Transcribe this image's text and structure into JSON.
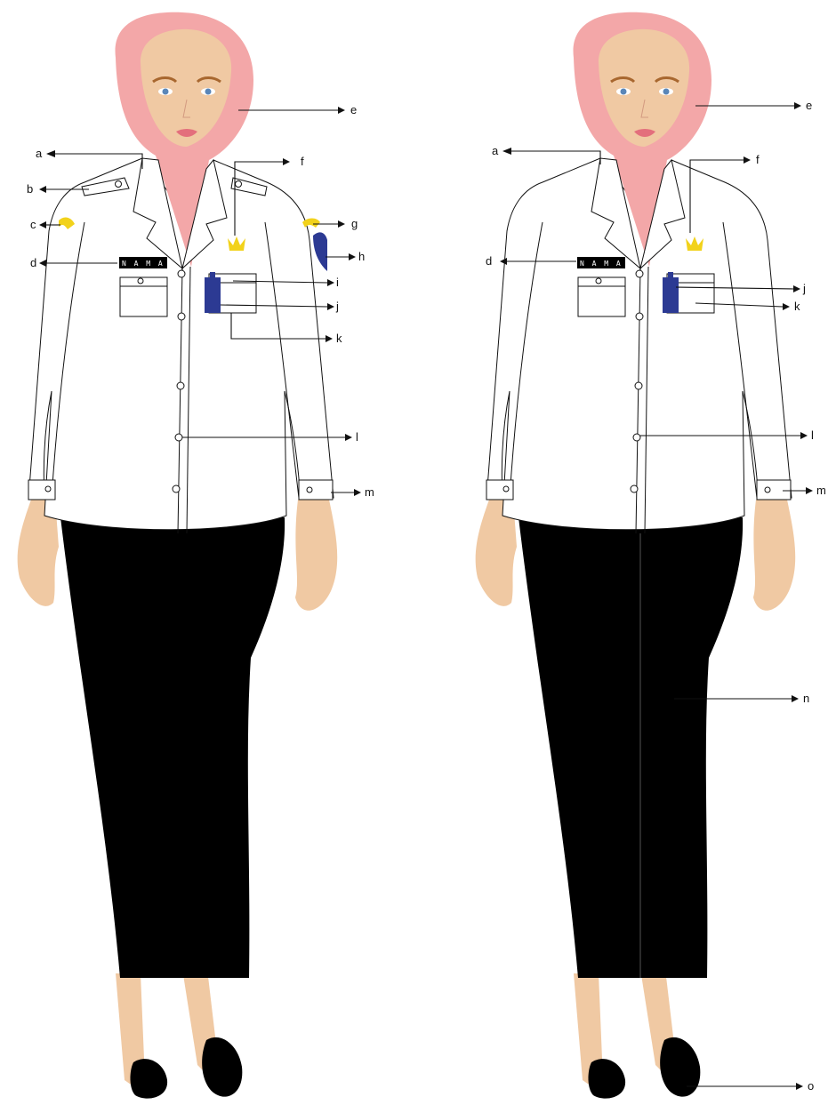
{
  "name_tag_text": "N A M A",
  "colors": {
    "hijab": "#f3a7a8",
    "skin": "#f0c9a3",
    "shirt": "#ffffff",
    "skirt": "#000000",
    "shoes": "#000000",
    "rank_insignia": "#f2d21b",
    "badge": "#f2d21b",
    "pen": "#2c3a93",
    "arm_emblem": "#2c3a93"
  },
  "left_figure": {
    "labels": {
      "a": "a",
      "b": "b",
      "c": "c",
      "d": "d",
      "e": "e",
      "f": "f",
      "g": "g",
      "h": "h",
      "i": "i",
      "j": "j",
      "k": "k",
      "l": "l",
      "m": "m"
    }
  },
  "right_figure": {
    "labels": {
      "a": "a",
      "d": "d",
      "e": "e",
      "f": "f",
      "j": "j",
      "k": "k",
      "l": "l",
      "m": "m",
      "n": "n",
      "o": "o"
    }
  }
}
